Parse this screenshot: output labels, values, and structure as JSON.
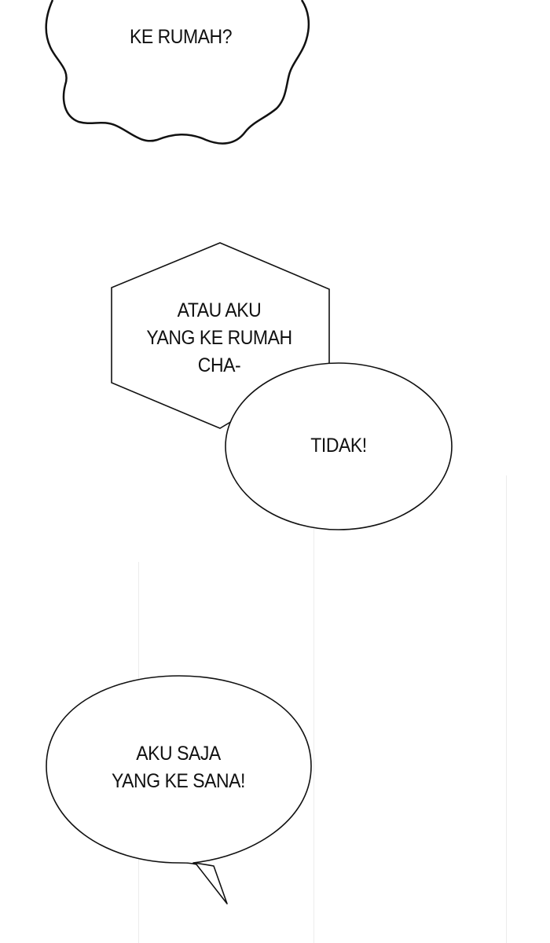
{
  "bubbles": {
    "bubble1": {
      "lines": [
        "KE RUMAH?"
      ]
    },
    "bubble2": {
      "lines": [
        "ATAU AKU",
        "YANG KE RUMAH",
        "CHA-"
      ]
    },
    "bubble3": {
      "lines": [
        "TIDAK!"
      ]
    },
    "bubble4": {
      "lines": [
        "AKU SAJA",
        "YANG KE SANA!"
      ]
    }
  },
  "colors": {
    "background": "#ffffff",
    "ink": "#111111",
    "panel_line": "#ececec"
  }
}
